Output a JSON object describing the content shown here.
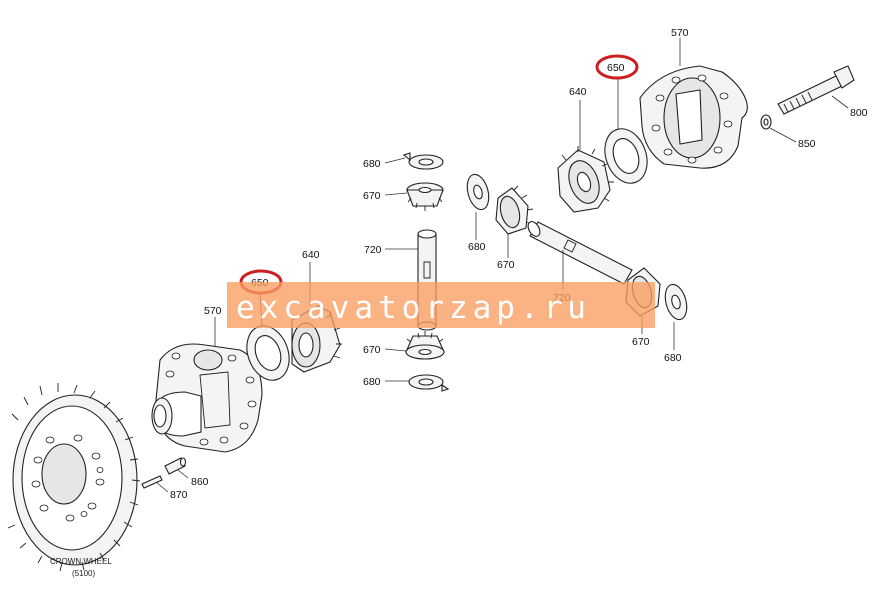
{
  "diagram": {
    "labels": {
      "l570_top": "570",
      "l650_top": "650",
      "l800": "800",
      "l640_top": "640",
      "l850": "850",
      "l680_a": "680",
      "l670_a": "670",
      "l720_a": "720",
      "l680_b": "680",
      "l670_b": "670",
      "l720_b": "720",
      "l650_left": "650",
      "l640_left": "640",
      "l570_left": "570",
      "l670_c": "670",
      "l680_c": "680",
      "l670_d": "670",
      "l680_d": "680",
      "l860": "860",
      "l870": "870"
    },
    "crown_wheel": {
      "name": "CROWN WHEEL",
      "number": "(5100)"
    },
    "highlight_color": "#cc1f1f"
  },
  "watermark": {
    "text": "excavatorzap.ru",
    "color": "#fa9d61"
  }
}
